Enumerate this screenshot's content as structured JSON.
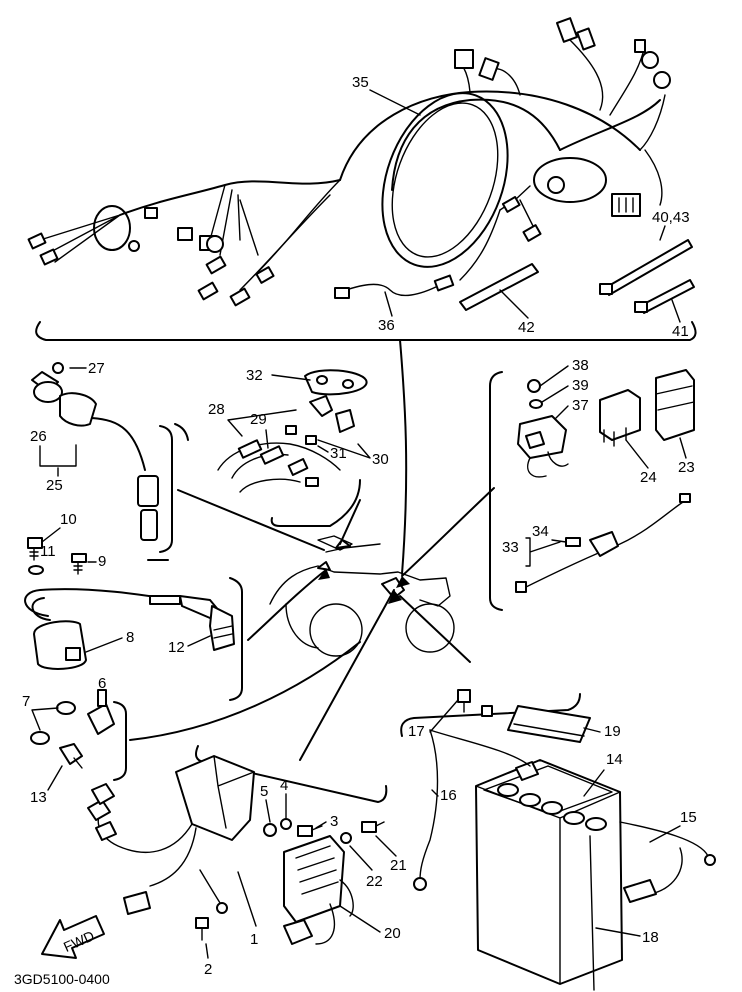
{
  "diagram_code": "3GD5100-0400",
  "fwd_label": "FWD",
  "callouts": {
    "c1": "1",
    "c2": "2",
    "c3": "3",
    "c4": "4",
    "c5": "5",
    "c6": "6",
    "c7": "7",
    "c8": "8",
    "c9": "9",
    "c10": "10",
    "c11": "11",
    "c12": "12",
    "c13": "13",
    "c14": "14",
    "c15": "15",
    "c16": "16",
    "c17": "17",
    "c18": "18",
    "c19": "19",
    "c20": "20",
    "c21": "21",
    "c22": "22",
    "c23": "23",
    "c24": "24",
    "c25": "25",
    "c26": "26",
    "c27": "27",
    "c28": "28",
    "c29": "29",
    "c30": "30",
    "c31": "31",
    "c32": "32",
    "c33": "33",
    "c34": "34",
    "c35": "35",
    "c36": "36",
    "c37": "37",
    "c38": "38",
    "c39": "39",
    "c4043": "40,43",
    "c41": "41",
    "c42": "42"
  }
}
